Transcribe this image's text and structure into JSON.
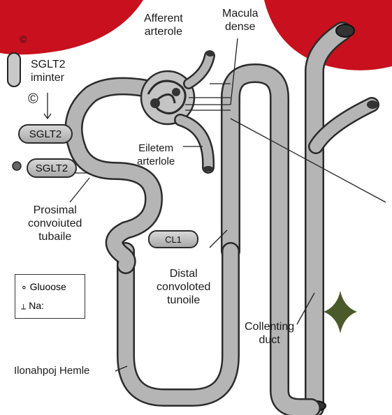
{
  "labels": {
    "afferent": "Afferent\narterole",
    "macula": "Macula\ndense",
    "sglt2_inhibitor": "SGLT2\niminter",
    "sglt2_pill_1": "SGLT2",
    "sglt2_pill_2": "SGLT2",
    "efferent": "Eiletem\narterlole",
    "proximal": "Prosimal\nconvoiuted\ntubaile",
    "cl_box": "CL1",
    "distal": "Distal\nconvoloted\ntunoile",
    "collecting": "Collenting\nduct",
    "henle": "Ilonahpoj Hemle",
    "copyright_top": "©",
    "copyright_mid": "©"
  },
  "legend": {
    "glucose": "Gluoose",
    "na": "Na:"
  },
  "colors": {
    "red_blob": "#c8101e",
    "star": "#4b5a2a",
    "tube_fill": "#b5b5b5",
    "outline": "#2b2b2b"
  }
}
